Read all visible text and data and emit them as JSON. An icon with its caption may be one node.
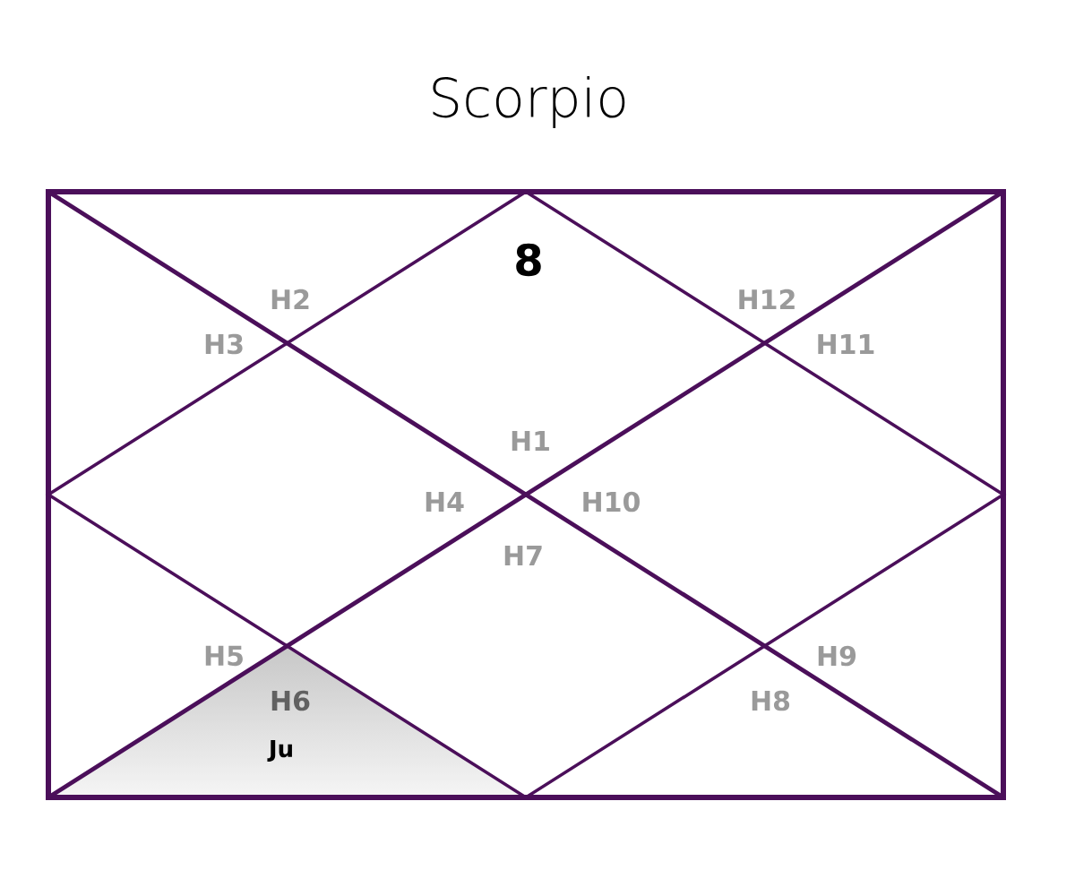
{
  "diagram": {
    "title": "Scorpio",
    "labels": [
      "8",
      "H2",
      "H12",
      "H3",
      "H11",
      "H1",
      "H4",
      "H10",
      "H7",
      "H5",
      "H9",
      "H6",
      "H8",
      "Ju"
    ]
  }
}
